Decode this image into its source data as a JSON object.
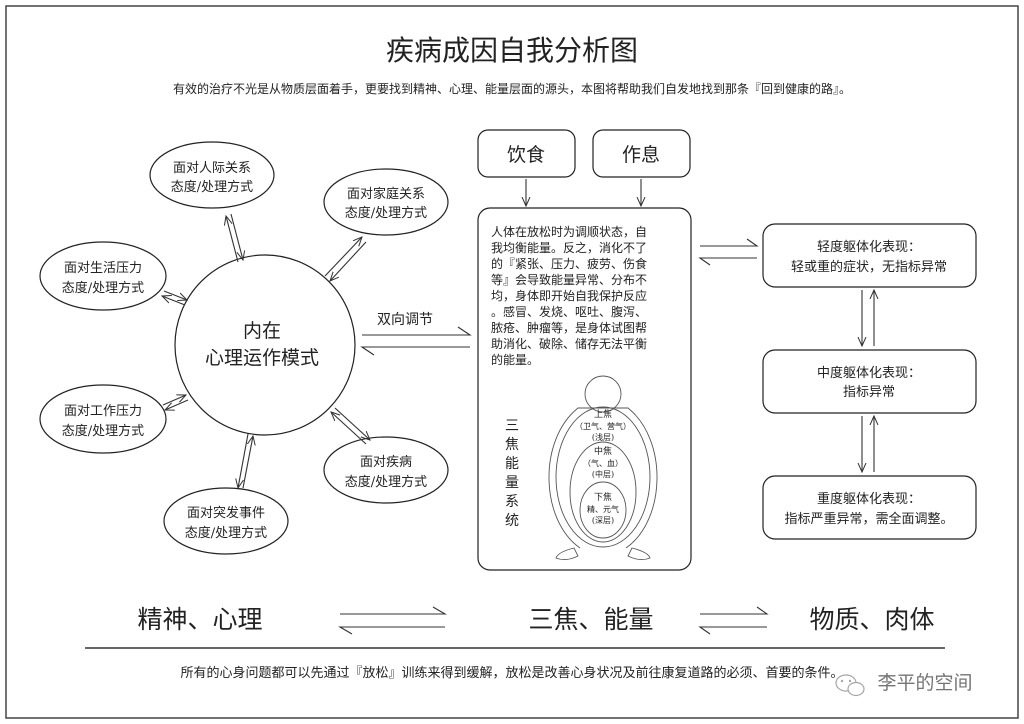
{
  "header": {
    "title": "疾病成因自我分析图",
    "subtitle": "有效的治疗不光是从物质层面着手，更要找到精神、心理、能量层面的源头，本图将帮助我们自发地找到那条『回到健康的路』。"
  },
  "center": {
    "line1": "内在",
    "line2": "心理运作模式"
  },
  "satellites": [
    {
      "line1": "面对人际关系",
      "line2": "态度/处理方式"
    },
    {
      "line1": "面对家庭关系",
      "line2": "态度/处理方式"
    },
    {
      "line1": "面对生活压力",
      "line2": "态度/处理方式"
    },
    {
      "line1": "面对工作压力",
      "line2": "态度/处理方式"
    },
    {
      "line1": "面对疾病",
      "line2": "态度/处理方式"
    },
    {
      "line1": "面对突发事件",
      "line2": "态度/处理方式"
    }
  ],
  "bidirectional_label": "双向调节",
  "inputs": {
    "diet": "饮食",
    "rest": "作息"
  },
  "body_text": [
    "人体在放松时为调顺状态，自",
    "我均衡能量。反之，消化不了",
    "的『紧张、压力、疲劳、伤食",
    "等』会导致能量异常、分布不",
    "均，身体即开始自我保护反应",
    "。感冒、发烧、呕吐、腹泻、",
    "脓疮、肿瘤等，是身体试图帮",
    "助消化、破除、储存无法平衡",
    "的能量。"
  ],
  "sanjiao": {
    "vertical_label": [
      "三",
      "焦",
      "能",
      "量",
      "系",
      "统"
    ],
    "upper": {
      "name": "上焦",
      "desc": "（卫气、营气）",
      "layer": "(浅层)"
    },
    "middle": {
      "name": "中焦",
      "desc": "（气、血）",
      "layer": "(中层)"
    },
    "lower": {
      "name": "下焦",
      "desc": "精、元气",
      "layer": "(深层)"
    }
  },
  "levels": [
    {
      "line1": "轻度躯体化表现：",
      "line2": "轻或重的症状，无指标异常"
    },
    {
      "line1": "中度躯体化表现：",
      "line2": "指标异常"
    },
    {
      "line1": "重度躯体化表现：",
      "line2": "指标严重异常，需全面调整。"
    }
  ],
  "bottom_row": {
    "left": "精神、心理",
    "middle": "三焦、能量",
    "right": "物质、肉体"
  },
  "footer": "所有的心身问题都可以先通过『放松』训练来得到缓解，放松是改善心身状况及前往康复道路的必须、首要的条件。",
  "watermark": "李平的空间"
}
